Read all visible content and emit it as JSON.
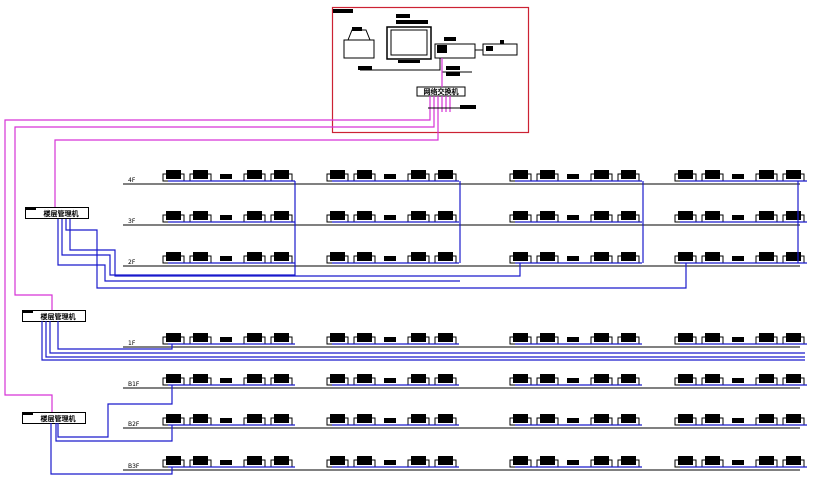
{
  "colors": {
    "floor_line": "#000000",
    "bus_line": "#1a1acc",
    "network_line": "#d633d6",
    "frame": "#cc2233"
  },
  "control_room": {
    "switch_label": "网络交换机",
    "devices": [
      "printer-icon",
      "monitor-icon",
      "host-computer-icon",
      "ups-icon"
    ]
  },
  "controllers": [
    {
      "label": "楼层管理机",
      "floors": [
        "4F",
        "3F",
        "2F"
      ]
    },
    {
      "label": "楼层管理机",
      "floors": [
        "1F"
      ]
    },
    {
      "label": "楼层管理机",
      "floors": [
        "B1F",
        "B2F",
        "B3F"
      ]
    }
  ],
  "floors": [
    "4F",
    "3F",
    "2F",
    "1F",
    "B1F",
    "B2F",
    "B3F"
  ]
}
